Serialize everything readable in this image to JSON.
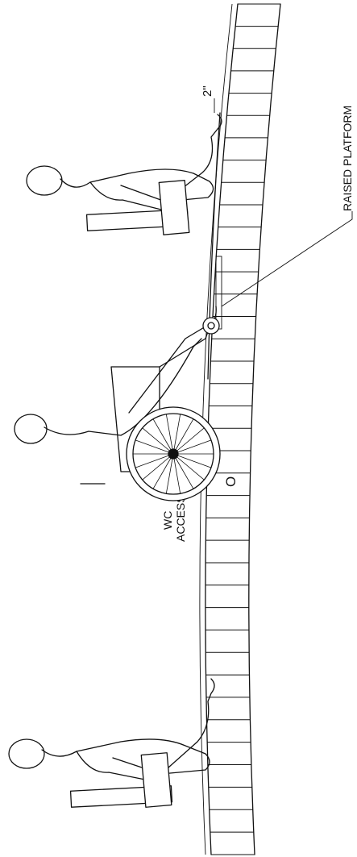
{
  "labels": {
    "wc_access_line1": "WC",
    "wc_access_line2": "ACCESS",
    "raised_platform": "RAISED PLATFORM",
    "dimension_mark": "2\"",
    "circle_marker": "O"
  }
}
